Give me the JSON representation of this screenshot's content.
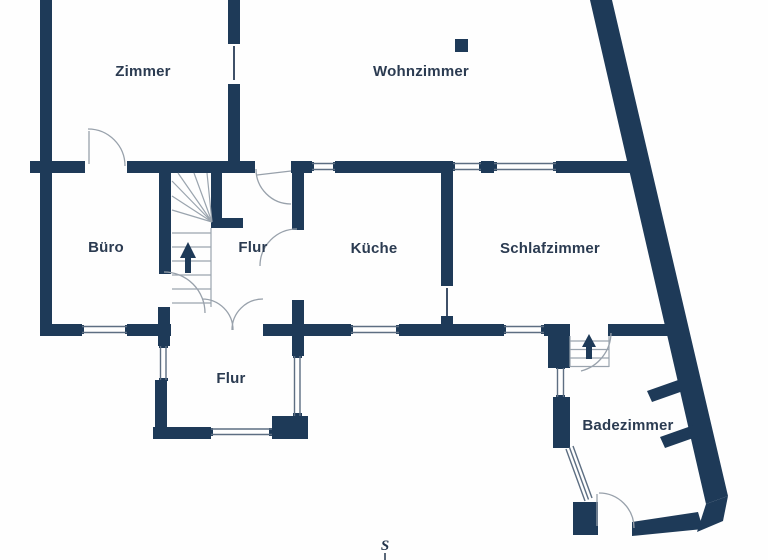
{
  "meta": {
    "type": "floor-plan"
  },
  "rooms": [
    {
      "id": "zimmer",
      "name": "Zimmer"
    },
    {
      "id": "wohnzimmer",
      "name": "Wohnzimmer"
    },
    {
      "id": "buero",
      "name": "Büro"
    },
    {
      "id": "flur-mitte",
      "name": "Flur"
    },
    {
      "id": "kueche",
      "name": "Küche"
    },
    {
      "id": "schlafzimmer",
      "name": "Schlafzimmer"
    },
    {
      "id": "flur-unten",
      "name": "Flur"
    },
    {
      "id": "badezimmer",
      "name": "Badezimmer"
    }
  ],
  "compass": {
    "south": "S"
  },
  "features": {
    "main_staircase": "up-arrow",
    "small_staircase": "up-arrow",
    "chimney_marker": "square"
  },
  "colors": {
    "wall": "#1e3a58",
    "label": "#2b3b51",
    "door_arc": "#98a1ab",
    "window_line": "#5d6e82",
    "background": "#ffffff"
  }
}
